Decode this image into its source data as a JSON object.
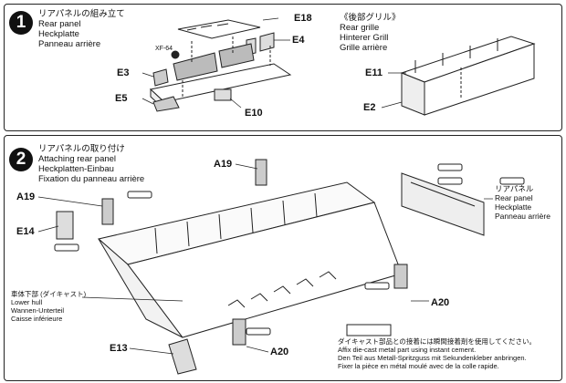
{
  "step1": {
    "number": "1",
    "title_jp": "リアパネルの組み立て",
    "title_en": "Rear panel",
    "title_de": "Heckplatte",
    "title_fr": "Panneau arrière",
    "grille_jp": "《後部グリル》",
    "grille_en": "Rear grille",
    "grille_de": "Hinterer Grill",
    "grille_fr": "Grille arrière",
    "parts": {
      "e18": "E18",
      "e4": "E4",
      "e3": "E3",
      "e5": "E5",
      "e10": "E10",
      "e11": "E11",
      "e2": "E2",
      "xf64": "XF-64"
    }
  },
  "step2": {
    "number": "2",
    "title_jp": "リアパネルの取り付け",
    "title_en": "Attaching rear panel",
    "title_de": "Heckplatten-Einbau",
    "title_fr": "Fixation du panneau arrière",
    "panel_jp": "リアパネル",
    "panel_en": "Rear panel",
    "panel_de": "Heckplatte",
    "panel_fr": "Panneau arrière",
    "hull_jp": "車体下部 (ダイキャスト)",
    "hull_en": "Lower hull",
    "hull_de": "Wannen-Unterteil",
    "hull_fr": "Caisse inférieure",
    "parts": {
      "a19_top": "A19",
      "a19_left": "A19",
      "e14": "E14",
      "a20_right": "A20",
      "e13": "E13",
      "a20_bottom": "A20"
    },
    "note_jp": "ダイキャスト部品との接着には瞬間接着剤を使用してください。",
    "note_en": "Affix die-cast metal part using instant cement.",
    "note_de": "Den Teil aus Metall-Spritzguss mit Sekundenkleber anbringen.",
    "note_fr": "Fixer la pièce en métal moulé avec de la colle rapide."
  }
}
